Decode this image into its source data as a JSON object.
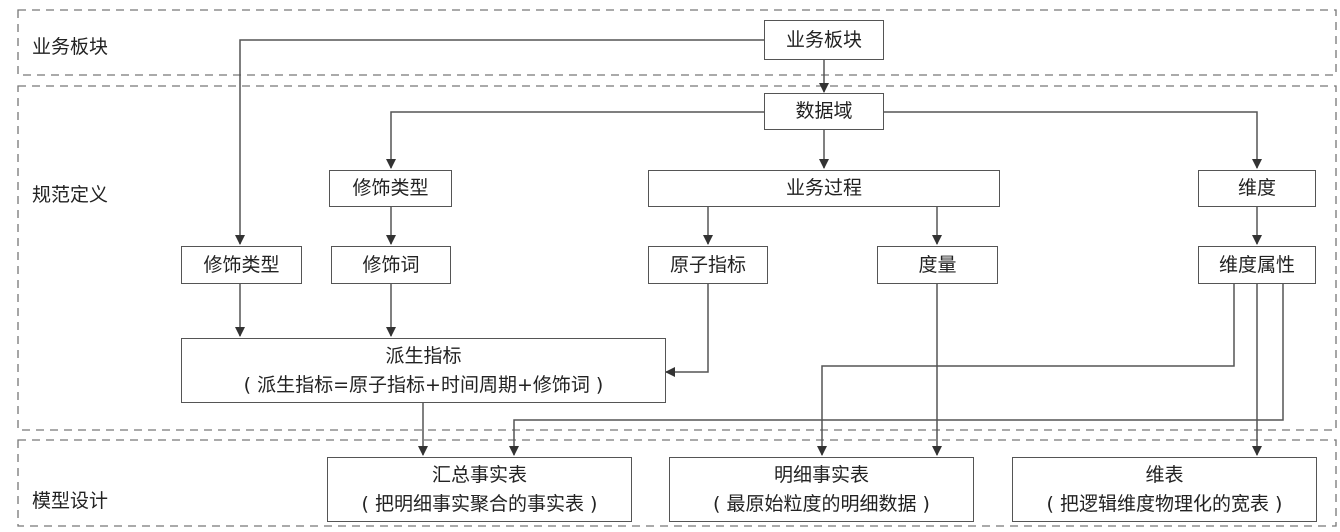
{
  "lanes": {
    "business": "业务板块",
    "spec": "规范定义",
    "model": "模型设计"
  },
  "nodes": {
    "business_sector": "业务板块",
    "data_domain": "数据域",
    "modifier_type_upper": "修饰类型",
    "business_process": "业务过程",
    "dimension": "维度",
    "modifier_type_left": "修饰类型",
    "modifier_word": "修饰词",
    "atomic_metric": "原子指标",
    "measure": "度量",
    "dimension_attribute": "维度属性",
    "derived_metric": {
      "title": "派生指标",
      "formula": "( 派生指标=原子指标+时间周期+修饰词 )"
    },
    "summary_fact_table": {
      "title": "汇总事实表",
      "desc": "( 把明细事实聚合的事实表 )"
    },
    "detail_fact_table": {
      "title": "明细事实表",
      "desc": "( 最原始粒度的明细数据 )"
    },
    "dimension_table": {
      "title": "维表",
      "desc": "( 把逻辑维度物理化的宽表 )"
    }
  },
  "colors": {
    "line": "#555555",
    "dash": "#777777",
    "text": "#222222"
  }
}
